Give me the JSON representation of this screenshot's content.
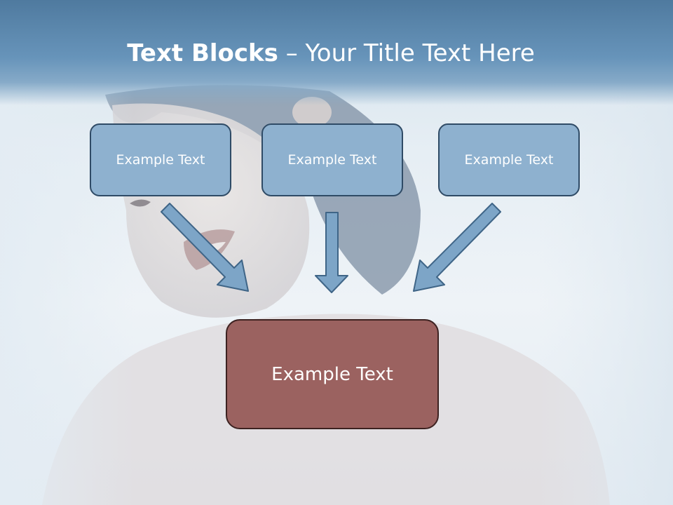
{
  "title": {
    "bold": "Text Blocks",
    "separator": " – ",
    "rest": "Your Title Text Here"
  },
  "blocks": {
    "top": [
      {
        "label": "Example Text"
      },
      {
        "label": "Example Text"
      },
      {
        "label": "Example Text"
      }
    ],
    "bottom": {
      "label": "Example Text"
    }
  },
  "colors": {
    "title_bar": "#5f8cb2",
    "small_block_fill": "#8eb1cf",
    "small_block_border": "#2f4b66",
    "big_block_fill": "#9b6260",
    "big_block_border": "#3d2221",
    "arrow_fill": "#7da5c7",
    "arrow_stroke": "#3f6587"
  }
}
